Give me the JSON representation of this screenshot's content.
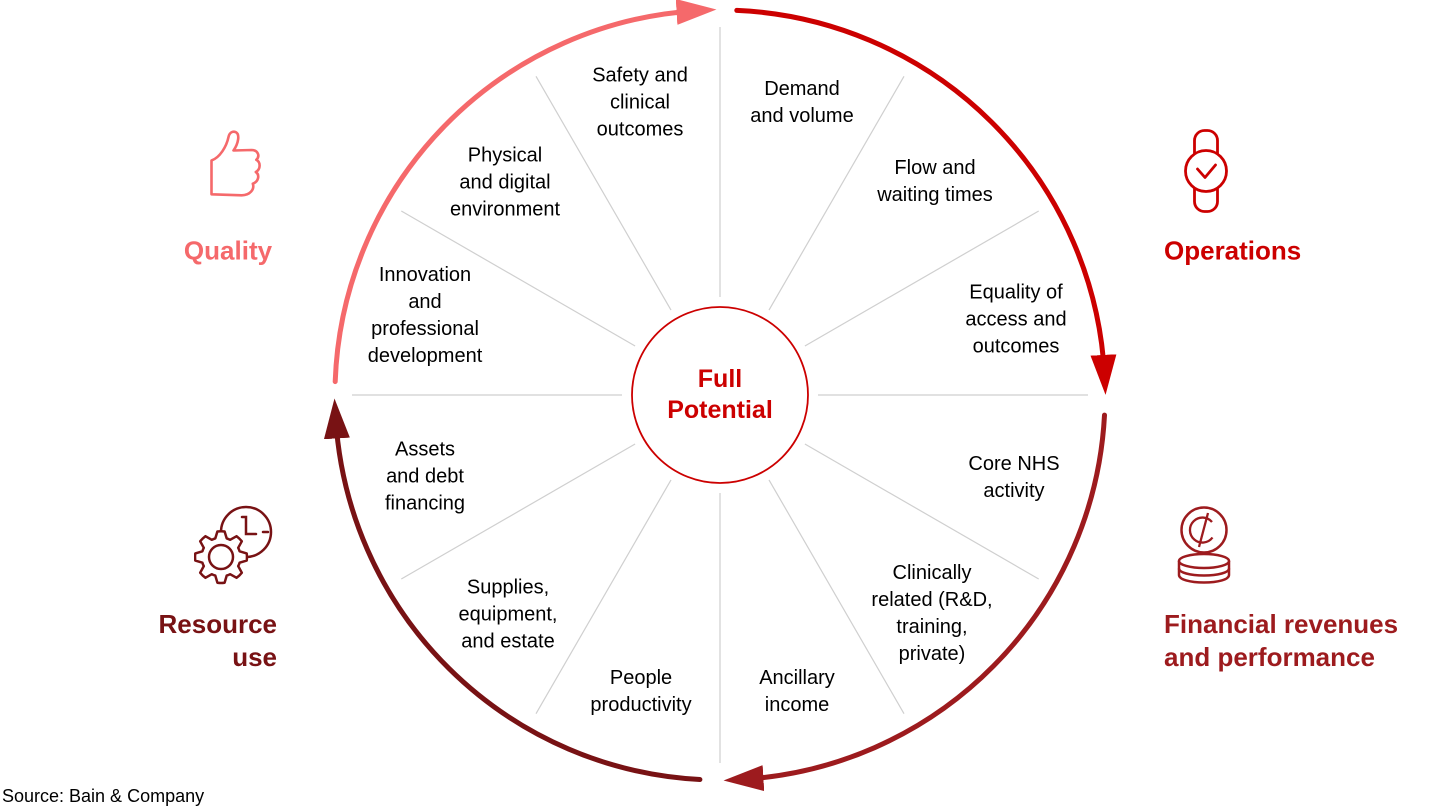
{
  "center": {
    "label": "Full\nPotential"
  },
  "quadrants": {
    "quality": {
      "label": "Quality",
      "color": "#F5696B",
      "icon": "thumbs-up-icon"
    },
    "operations": {
      "label": "Operations",
      "color": "#CC0000",
      "icon": "watch-icon"
    },
    "financial": {
      "label": "Financial revenues\nand performance",
      "color": "#9D1B1E",
      "icon": "coins-icon"
    },
    "resource": {
      "label": "Resource\nuse",
      "color": "#781214",
      "icon": "gear-clock-icon"
    }
  },
  "segments": [
    {
      "label": "Demand\nand volume"
    },
    {
      "label": "Flow and\nwaiting times"
    },
    {
      "label": "Equality of\naccess and\noutcomes"
    },
    {
      "label": "Core NHS\nactivity"
    },
    {
      "label": "Clinically\nrelated (R&D,\ntraining,\nprivate)"
    },
    {
      "label": "Ancillary\nincome"
    },
    {
      "label": "People\nproductivity"
    },
    {
      "label": "Supplies,\nequipment,\nand estate"
    },
    {
      "label": "Assets\nand debt\nfinancing"
    },
    {
      "label": "Innovation\nand\nprofessional\ndevelopment"
    },
    {
      "label": "Physical\nand digital\nenvironment"
    },
    {
      "label": "Safety and\nclinical\noutcomes"
    }
  ],
  "footer": {
    "source": "Source: Bain & Company"
  }
}
